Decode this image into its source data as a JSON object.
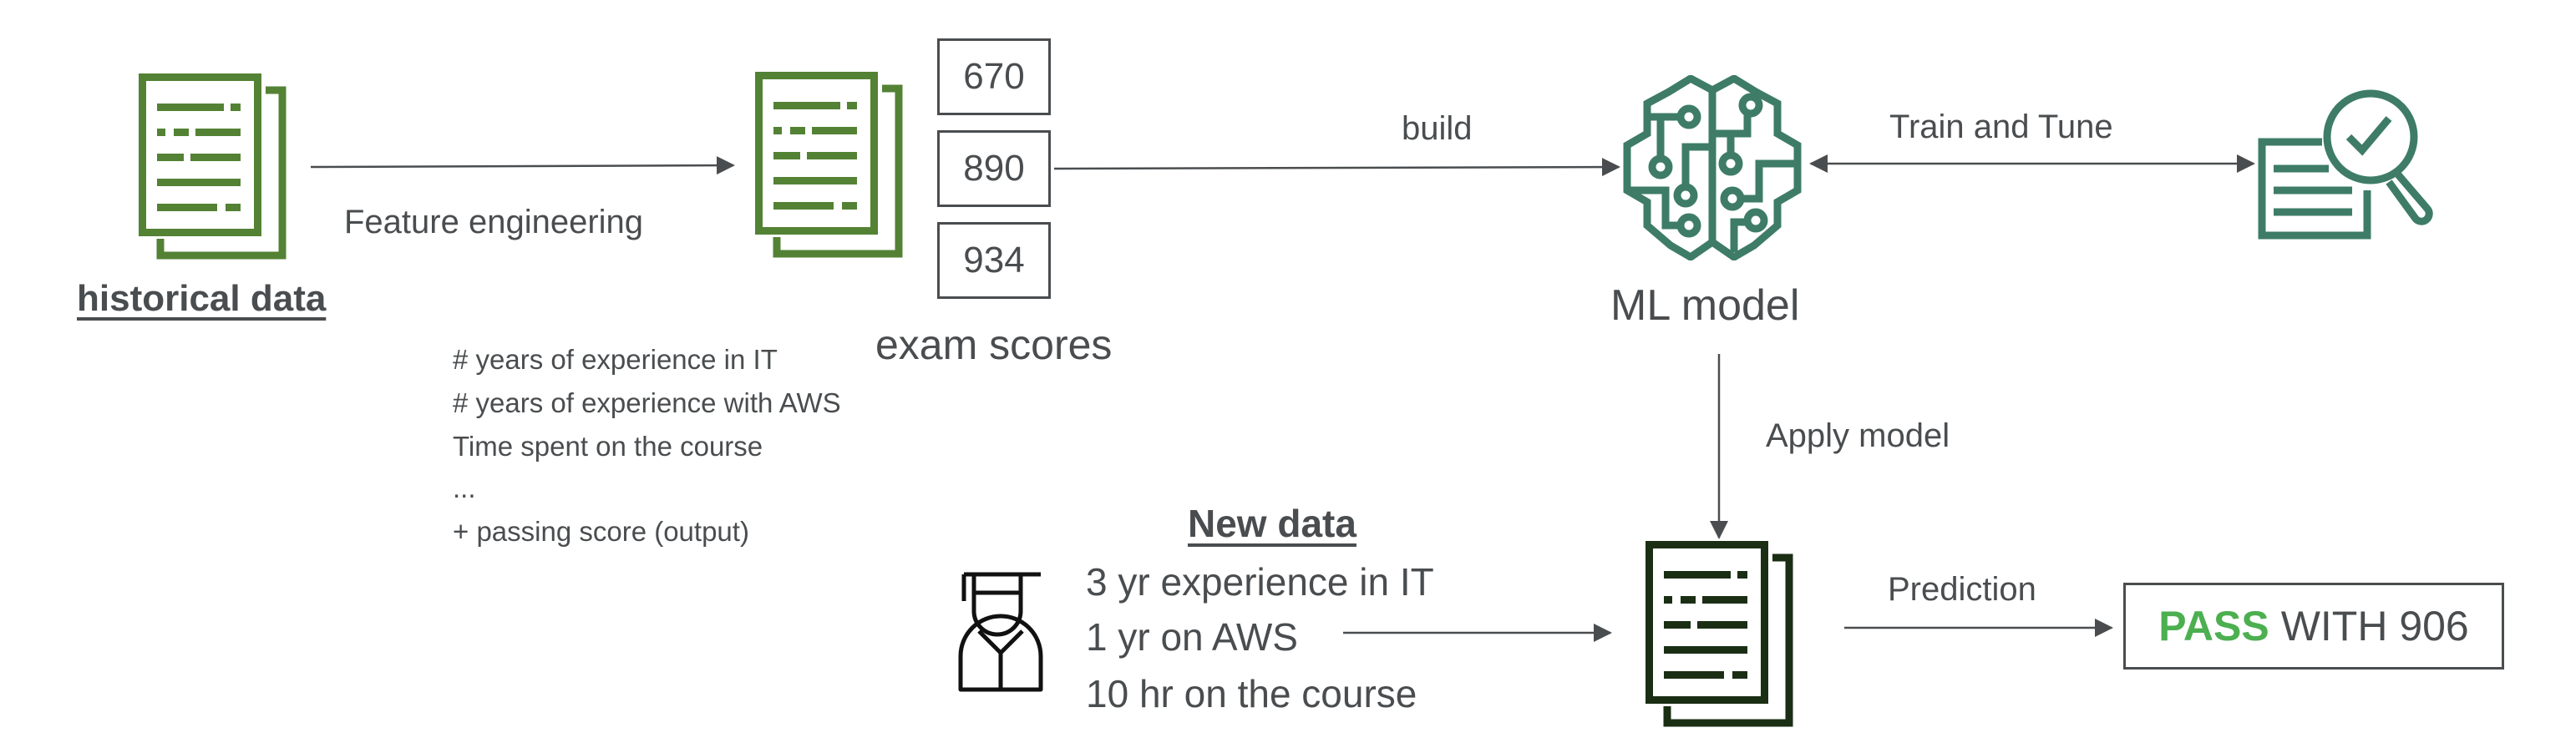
{
  "diagram": {
    "historical_data_label": "historical data",
    "feature_engineering_label": "Feature engineering",
    "exam_scores": {
      "values": [
        "670",
        "890",
        "934"
      ],
      "label": "exam scores"
    },
    "features": [
      "# years of experience in IT",
      "# years of experience with AWS",
      "Time spent on the course",
      "...",
      "+ passing score (output)"
    ],
    "build_label": "build",
    "ml_model_label": "ML model",
    "train_tune_label": "Train and Tune",
    "apply_model_label": "Apply model",
    "new_data": {
      "title": "New data",
      "items": [
        "3 yr experience in IT",
        "1 yr on AWS",
        "10 hr on the course"
      ]
    },
    "prediction_label": "Prediction",
    "result": {
      "status": "PASS",
      "rest": "WITH 906"
    },
    "colors": {
      "data_green": "#538234",
      "model_teal": "#3e7c68",
      "prediction_dark": "#1a2e14",
      "pass_green": "#4caf50",
      "text_gray": "#4a4d4f"
    },
    "icons": {
      "historical_doc": "document-stack-icon",
      "features_doc": "document-stack-icon",
      "ml_model": "brain-circuit-icon",
      "evaluation": "document-magnifier-check-icon",
      "student": "graduate-student-icon",
      "prediction_doc": "document-stack-icon"
    }
  }
}
